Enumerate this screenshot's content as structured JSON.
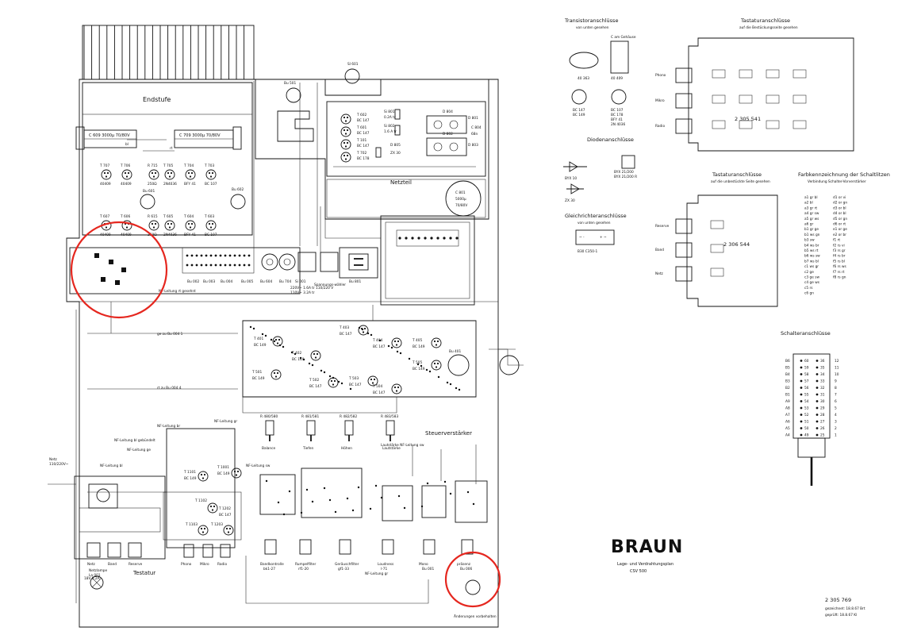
{
  "sheet": {
    "brand": "BRAUN",
    "title_line1": "Lage- und Verdrahtungsplan",
    "title_line2": "CSV 500",
    "drawing_number": "2 305 769",
    "drawn_label": "gezeichnet: 18.8.67  Brt",
    "checked_label": "geprüft: 18.8.67  Kl",
    "revision_note": "Änderungen vorbehalten !"
  },
  "chassis": {
    "endstufe": {
      "title": "Endstufe",
      "cap_left": "C 609  3000µ  70/80V",
      "cap_right": "C 709  3000µ  70/80V",
      "transistors": [
        "T 707",
        "T 706",
        "R 715",
        "T 705",
        "T 704",
        "T 703",
        "T 607",
        "T 606",
        "R 615",
        "T 605",
        "T 604",
        "T 603"
      ],
      "types": [
        "40409",
        "40409",
        "250Ω",
        "2N4036",
        "BFY 41",
        "BC 107",
        "40409",
        "40409",
        "250Ω",
        "2N4036",
        "BFY 41",
        "BC 107"
      ],
      "sockets": [
        "Bu 601",
        "Bu 602"
      ]
    },
    "netzteil": {
      "title": "Netzteil",
      "switch": "Sl 601",
      "socket": "Bu 501",
      "parts": [
        "T 602",
        "BC 147",
        "T 601",
        "BC 147",
        "T 101",
        "BC 147",
        "T 702",
        "BC 178",
        "D 804",
        "D 801",
        "D 802",
        "D 803",
        "C 804",
        "68n",
        "Si 801",
        "0.2A tr",
        "Si 802",
        "1.6 A tr",
        "D 805",
        "ZX 30"
      ],
      "elko": "C 801",
      "elko_value": "5000µ",
      "elko_voltage": "70/80V"
    },
    "connector_row": [
      "Bu 002",
      "Bu 003",
      "Bu 004",
      "Bu 005",
      "Bu 604",
      "Bu 704",
      "Si 001",
      "Spannungs-wähler",
      "Bu 801"
    ],
    "fuse_text": "220V~ 1.6A tr\n110V~ 3.2A tr",
    "selector_text": "110/220 V",
    "nf_lead": "NF-Leitung rt gesehnt",
    "steuerverstaerker": {
      "title": "Steuerverstärker",
      "transistors": [
        "T 401",
        "BC 149",
        "T 402",
        "BC 149",
        "T 403",
        "BC 147",
        "T 404",
        "BC 147",
        "T 405",
        "BC 149",
        "T 501",
        "BC 149",
        "T 502",
        "BC 147",
        "T 503",
        "BC 147",
        "T 504",
        "BC 147",
        "T 505",
        "BC 149"
      ],
      "pots": [
        "R 480/580",
        "R 481/581",
        "R 482/582",
        "R 483/583"
      ],
      "pot_names": [
        "Balance",
        "Tiefen",
        "Höhen",
        "Lautstärke"
      ],
      "socket": "Bu 401",
      "note_top": "ge zu Bu 004  1",
      "note_mid": "rt zu Bu 004  4"
    },
    "tastatur": {
      "title": "Testatur",
      "buttons": [
        "Netz",
        "Band",
        "Reserve"
      ],
      "mains_label": "Netz\n110/220V~",
      "lamp": "Netzlampe\nLa 001",
      "lamp_rating": "18V  0.2A",
      "modules": [
        "T 1101",
        "BC 149",
        "T 1001",
        "BC 149",
        "T 1102",
        "T 1103",
        "T 1203",
        "T 1202",
        "BC 147"
      ],
      "keys": [
        "Phono",
        "Mikro",
        "Radio"
      ]
    },
    "bottom_switches": [
      "Bandkontrolle",
      "Rumpelfilter",
      "Geräuschfilter",
      "Loudness",
      "Mono",
      "präsenz"
    ],
    "bottom_switch_codes": [
      "bk1-27",
      "rf1-20",
      "gf1-33",
      "l-71",
      "Bu 001",
      "Bu 006"
    ],
    "leads": [
      "NF-Leitung br",
      "NF-Leitung gr",
      "NF-Leitung bl gebündelt",
      "NF-Leitung ge",
      "NF-Leitung bl",
      "NF-Leitung sw",
      "NF-Leitung gr",
      "Lautstärke  NF-Leitung sw"
    ]
  },
  "right_panel": {
    "transistor_title": "Transistoranschlüsse",
    "transistor_sub": "von unten gesehen",
    "transistor_items": [
      "40 363",
      "C am Gehäuse",
      "40 409",
      "BC 147",
      "BC 149",
      "BC 107",
      "BC 178",
      "BFY 41",
      "2N 4036"
    ],
    "tastatur_title": "Tastaturanschlüsse",
    "tastatur_sub": "auf die Bestückungsseite gesehen",
    "tastatur_rows": [
      "Phono",
      "Mikro",
      "Radio"
    ],
    "tastatur_part": "2 305 541",
    "dioden_title": "Diodenanschlüsse",
    "dioden_items": [
      "BYX 10",
      "ZX 30",
      "BYX 21/200",
      "BYX 21/200 R"
    ],
    "gleich_title": "Gleichrichteranschlüsse",
    "gleich_sub": "von unten gesehen",
    "gleich_item": "B30  C350-1",
    "tastatur2_title": "Tastaturanschlüsse",
    "tastatur2_sub": "auf die unbestückte Seite gesehen",
    "tastatur2_rows": [
      "Reserve",
      "Band",
      "Netz"
    ],
    "tastatur2_part": "2 306 544",
    "farb_title": "Farbkennzeichnung der Schaltlitzen",
    "farb_sub": "Verbindung Schalter-Vorverstärker",
    "farb_col1": [
      "a1 gr bl",
      "a2 bl",
      "a3 gr rt",
      "a4 gr sw",
      "a5 gr ws",
      "a6 gr",
      "b1 gr ge",
      "b1 ws gn",
      "b3 sw",
      "b4 ws br",
      "b5 ws rt",
      "b6 ws sw",
      "b7 ws bl",
      "c1 ws gr",
      "c2 ge",
      "c3 ge sw",
      "c4 ge ws",
      "c5 rs",
      "c6 gn"
    ],
    "farb_col2": [
      "d1 or vi",
      "d2 or gn",
      "d3 or bl",
      "d4 or bl",
      "d5 or gn",
      "d6 or rt",
      "e1 or ge",
      "e2 or br",
      "f1 rt",
      "f2 rs vi",
      "f3 rs gr",
      "f4 rs br",
      "f5 rs bl",
      "f6 rs ws",
      "f7 rs rt",
      "f8 rs gn"
    ],
    "schalter_title": "Schalteranschlüsse",
    "schalter_rows": [
      [
        "B6",
        "60",
        "36",
        "12"
      ],
      [
        "B5",
        "59",
        "35",
        "11"
      ],
      [
        "B4",
        "58",
        "34",
        "10"
      ],
      [
        "B3",
        "57",
        "33",
        "9"
      ],
      [
        "B2",
        "56",
        "32",
        "8"
      ],
      [
        "B1",
        "55",
        "31",
        "7"
      ],
      [
        "A9",
        "54",
        "30",
        "6"
      ],
      [
        "A8",
        "53",
        "29",
        "5"
      ],
      [
        "A7",
        "52",
        "28",
        "4"
      ],
      [
        "A6",
        "51",
        "27",
        "3"
      ],
      [
        "A5",
        "50",
        "26",
        "2"
      ],
      [
        "A4",
        "49",
        "25",
        "1"
      ]
    ]
  }
}
